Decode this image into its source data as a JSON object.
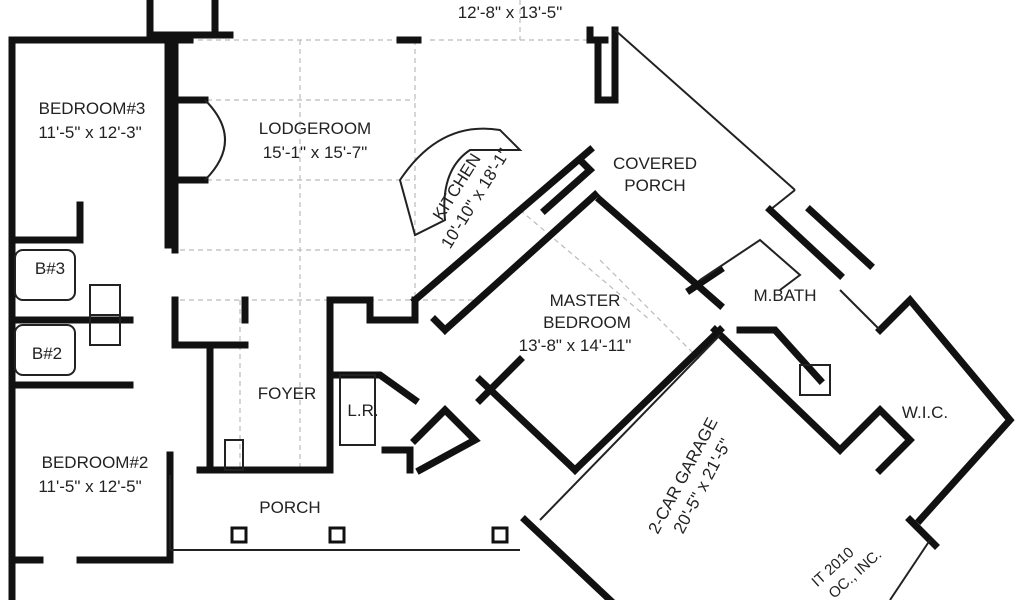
{
  "plan": {
    "rooms": {
      "dining_dims": "12'-8\" x 13'-5\"",
      "bedroom3": {
        "name": "BEDROOM#3",
        "dims": "11'-5\" x 12'-3\""
      },
      "lodgeroom": {
        "name": "LODGEROOM",
        "dims": "15'-1\" x 15'-7\""
      },
      "covered_porch": {
        "line1": "COVERED",
        "line2": "PORCH"
      },
      "kitchen": {
        "name": "KITCHEN",
        "dims": "10'-10\" x 18'-1\""
      },
      "bath3": "B#3",
      "bath2": "B#2",
      "master_bath": "M.BATH",
      "master_bedroom": {
        "line1": "MASTER",
        "line2": "BEDROOM",
        "dims": "13'-8\" x 14'-11\""
      },
      "foyer": "FOYER",
      "laundry": "L.R.",
      "wic": "W.I.C.",
      "bedroom2": {
        "name": "BEDROOM#2",
        "dims": "11'-5\" x 12'-5\""
      },
      "porch": "PORCH",
      "garage": {
        "name": "2-CAR GARAGE",
        "dims": "20'-5\" x 21'-5\""
      }
    },
    "copyright": {
      "line1": "IT 2010",
      "line2": "OC., INC."
    }
  }
}
